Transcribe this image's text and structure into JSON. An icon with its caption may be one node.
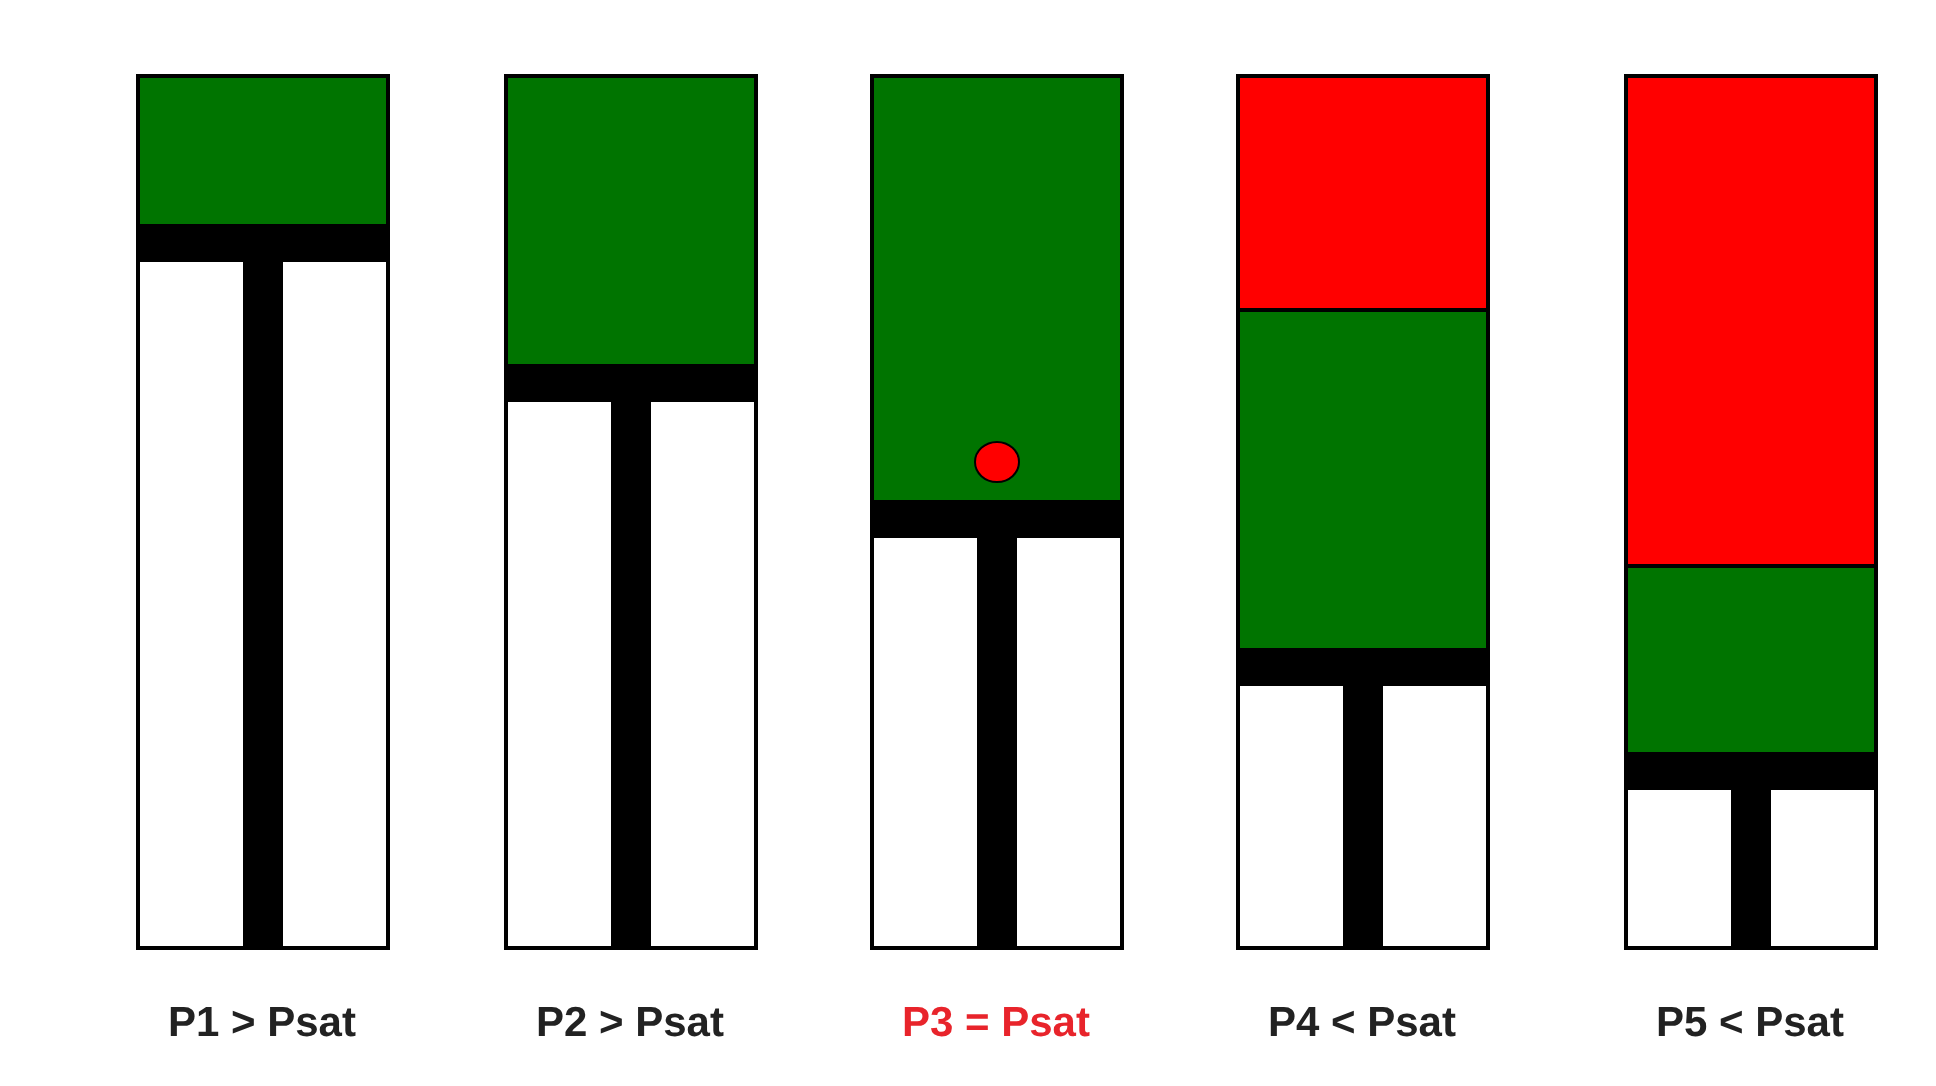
{
  "diagram": {
    "nodes": [
      {
        "text": [
          "P1 > Psat"
        ]
      },
      {
        "text": [
          "P2 > Psat"
        ]
      },
      {
        "text": [
          "P3 = Psat"
        ]
      },
      {
        "text": [
          "P4 < Psat"
        ]
      },
      {
        "text": [
          "P5 < Psat"
        ]
      }
    ]
  }
}
